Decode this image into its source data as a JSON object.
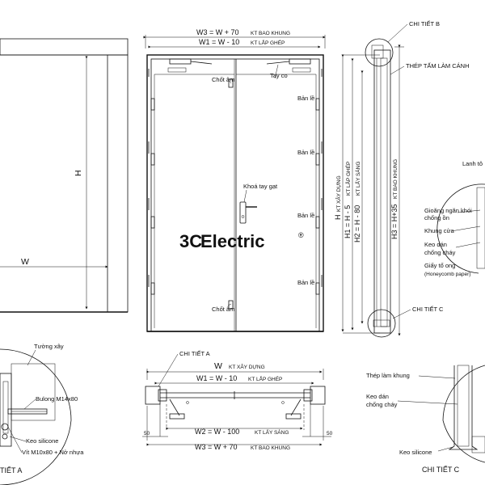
{
  "colors": {
    "logo_red": "#e8232a",
    "logo_blue": "#2b5fb5",
    "line": "#111111",
    "concrete": "#d8d8d8"
  },
  "icons": {
    "logo": "3c-electric-logo-icon",
    "hinge": "hinge-icon",
    "handle": "lever-handle-icon",
    "closer": "door-closer-icon"
  },
  "elevation": {
    "w3_label": "W3 = W + 70",
    "w3_note": "KT BAO KHUNG",
    "w1_label": "W1 = W - 10",
    "w1_note": "KT LẮP GHÉP",
    "chot_am_top": "Chốt âm",
    "chot_am_bottom": "Chốt âm",
    "tay_co": "Tay co",
    "ban_le": [
      "Bản lề",
      "Bản lề",
      "Bản lề",
      "Bản lề"
    ],
    "khoa": "Khoá tay gạt"
  },
  "wall_view": {
    "h_label": "H",
    "w_label": "W"
  },
  "section": {
    "h_main": "H",
    "h_note": "KT XÂY DỰNG",
    "h1": "H1 = H - 5",
    "h1_note": "KT LẮP GHÉP",
    "h2": "H2 = H - 80",
    "h2_note": "KT LẤY SÁNG",
    "h3": "H3 = H+35",
    "h3_note": "KT BAO KHUNG",
    "chi_tiet_b": "CHI TIẾT B",
    "chi_tiet_c": "CHI TIẾT C",
    "thep_tam": "THÉP TẤM LÀM CÁNH"
  },
  "callouts": {
    "lanh_to": "Lanh tô",
    "gioang_1": "Gioăng ngăn khói",
    "gioang_2": "chống ồn",
    "khung_cua": "Khung cửa",
    "keo_dan_1": "Keo dán",
    "keo_dan_2": "chống cháy",
    "giay_to_ong_1": "Giấy tổ ong",
    "giay_to_ong_2": "(Honeycomb paper)"
  },
  "detail_a": {
    "tuong_xay": "Tường xây",
    "bulong": "Bulong M14x80",
    "keo_silicone": "Keo silicone",
    "vit": "Vít M10x80 + Nở nhựa",
    "title": "TIẾT A"
  },
  "plan": {
    "chi_tiet_a": "CHI TIẾT A",
    "w_label": "W",
    "w_note": "KT XÂY DỰNG",
    "w1_label": "W1 = W - 10",
    "w1_note": "KT LẮP GHÉP",
    "w2_label": "W2 = W - 100",
    "w2_note": "KT LẤY SÁNG",
    "w3_label": "W3 = W + 70",
    "w3_note": "KT BAO KHUNG",
    "dim_50_left": "50",
    "dim_50_right": "50"
  },
  "detail_c": {
    "thep_lam_khung": "Thép làm khung",
    "keo_dan_1": "Keo dán",
    "keo_dan_2": "chống cháy",
    "keo_silicone": "Keo silicone",
    "title": "CHI TIẾT C"
  },
  "logo": {
    "part1": "3C",
    "part2": "Electric",
    "reg": "®"
  }
}
